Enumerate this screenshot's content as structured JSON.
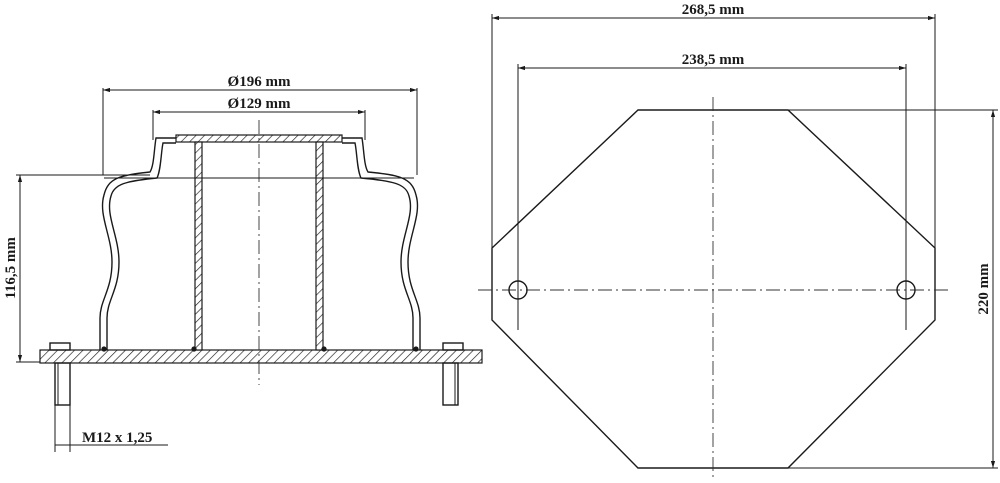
{
  "side_view": {
    "dim_outer_diameter": "Ø196 mm",
    "dim_inner_diameter": "Ø129 mm",
    "dim_height": "116,5 mm",
    "dim_thread": "M12 x 1,25"
  },
  "top_view": {
    "dim_overall_width": "268,5 mm",
    "dim_hole_spacing": "238,5 mm",
    "dim_height": "220 mm"
  }
}
